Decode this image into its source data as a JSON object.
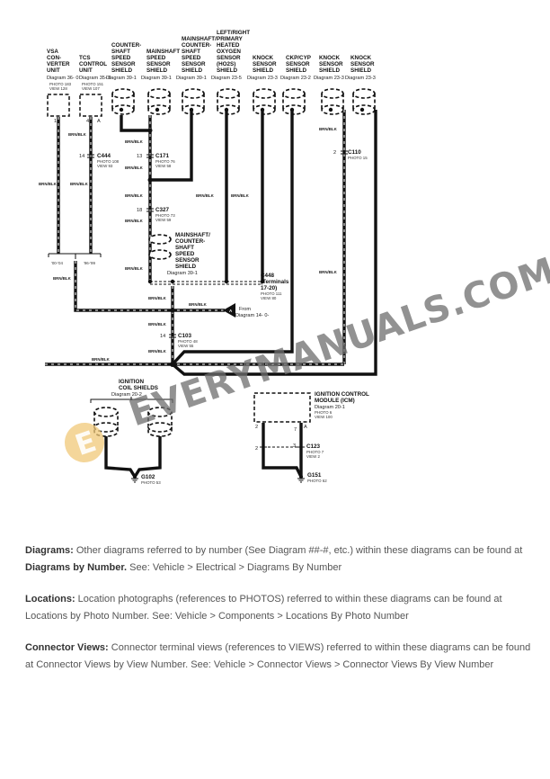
{
  "diagram": {
    "wire_color": "BRN/BLK",
    "sensors": [
      {
        "lines": [
          "VSA",
          "CON-",
          "VERTER",
          "UNIT"
        ],
        "diagram": "Diagram 36- 0",
        "photo": "PHOTO 183",
        "view": "VIEW 128",
        "pins": [
          "1"
        ]
      },
      {
        "lines": [
          "TCS",
          "CONTROL",
          "UNIT"
        ],
        "diagram": "Diagram 35- 0",
        "photo": "PHOTO 151",
        "view": "VIEW 107",
        "pins": [
          "4",
          "A"
        ]
      },
      {
        "lines": [
          "COUNTER-",
          "SHAFT",
          "SPEED",
          "SENSOR",
          "SHIELD"
        ],
        "diagram": "Diagram 39-1"
      },
      {
        "lines": [
          "MAINSHAFT",
          "SPEED",
          "SENSOR",
          "SHIELD"
        ],
        "diagram": "Diagram 39-1"
      },
      {
        "lines": [
          "MAINSHAFT/",
          "COUNTER-",
          "SHAFT",
          "SPEED",
          "SENSOR",
          "SHIELD"
        ],
        "diagram": "Diagram 39-1"
      },
      {
        "lines": [
          "LEFT/RIGHT",
          "PRIMARY",
          "HEATED",
          "OXYGEN",
          "SENSOR",
          "(HO2S)",
          "SHIELD"
        ],
        "diagram": "Diagram 23-5"
      },
      {
        "lines": [
          "KNOCK",
          "SENSOR",
          "SHIELD"
        ],
        "diagram": "Diagram 23-3"
      },
      {
        "lines": [
          "CKP/CYP",
          "SENSOR",
          "SHIELD"
        ],
        "diagram": "Diagram 23-2"
      },
      {
        "lines": [
          "KNOCK",
          "SENSOR",
          "SHIELD"
        ],
        "diagram": "Diagram 23-3"
      },
      {
        "lines": [
          "KNOCK",
          "SENSOR",
          "SHIELD"
        ],
        "diagram": "Diagram 23-3"
      }
    ],
    "connectors": {
      "c444": {
        "pin": "14",
        "name": "C444",
        "photo": "PHOTO 108",
        "view": "VIEW 93"
      },
      "c171": {
        "pin": "13",
        "name": "C171",
        "photo": "PHOTO 76",
        "view": "VIEW 58"
      },
      "c327": {
        "pin": "18",
        "name": "C327",
        "photo": "PHOTO 73",
        "view": "VIEW 59"
      },
      "c110": {
        "pin": "2",
        "name": "C110",
        "photo": "PHOTO 15"
      },
      "c448": {
        "name": "C448",
        "terminals": "(Terminals",
        "terminals2": "17-20)",
        "photo": "PHOTO 111",
        "view": "VIEW 80"
      },
      "c103": {
        "pin": "14",
        "name": "C103",
        "photo": "PHOTO 48",
        "view": "VIEW 55"
      },
      "c123": {
        "pin_left": "2",
        "pin_right": "3",
        "name": "C123",
        "photo": "PHOTO 7",
        "view": "VIEW 2"
      }
    },
    "years": {
      "left": "'00-'04",
      "right": "'96-'99"
    },
    "inline_shield": {
      "lines": [
        "MAINSHAFT/",
        "COUNTER-",
        "SHAFT",
        "SPEED",
        "SENSOR",
        "SHIELD"
      ],
      "diagram": "Diagram 39-1"
    },
    "from_ref": {
      "letter": "A",
      "line1": "From",
      "line2": "Diagram 14- 0-"
    },
    "coil_shields": {
      "line1": "IGNITION",
      "line2": "COIL SHIELDS",
      "diagram": "Diagram 20-2"
    },
    "icm": {
      "line1": "IGNITION CONTROL",
      "line2": "MODULE (ICM)",
      "diagram": "Diagram 20-1",
      "photo": "PHOTO 6",
      "view": "VIEW 100",
      "pin_left": "2",
      "pin_right": "A",
      "pin_mid": "7"
    },
    "grounds": {
      "g102": {
        "name": "G102",
        "photo": "PHOTO 53"
      },
      "g151": {
        "name": "G151",
        "photo": "PHOTO 62"
      }
    }
  },
  "watermark": "EVERYMANUALS.COM",
  "notes": [
    {
      "title": "Diagrams:",
      "text": " Other diagrams referred to by number (See Diagram ##-#, etc.) within these diagrams can be found at ",
      "bold2": "Diagrams by Number.",
      "text2": " See: Vehicle > Electrical > Diagrams By Number"
    },
    {
      "title": "Locations:",
      "text": " Location photographs (references to PHOTOS) referred to within these diagrams can be found at Locations by Photo Number. See: Vehicle > Components > Locations By Photo Number"
    },
    {
      "title": "Connector Views:",
      "text": " Connector terminal views (references to VIEWS) referred to within these diagrams can be found at Connector Views by View Number. See: Vehicle > Connector Views > Connector Views By View Number"
    }
  ]
}
